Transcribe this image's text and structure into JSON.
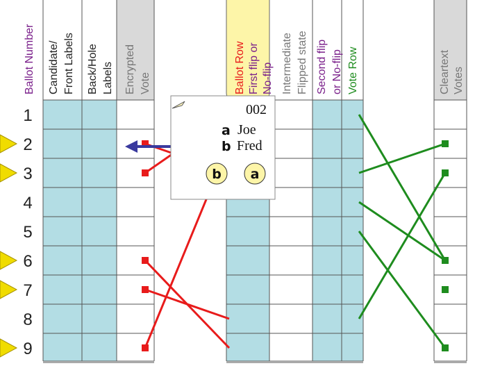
{
  "headers": {
    "ballot_number": "Ballot Number",
    "candidate_front_line1": "Candidate/",
    "candidate_front_line2": "Front Labels",
    "back_hole_line1": "Back/Hole",
    "back_hole_line2": "Labels",
    "encrypted_line1": "Encrypted",
    "encrypted_line2": "Vote",
    "ballot_row": "Ballot Row",
    "first_flip_line1": "First flip or",
    "first_flip_line2": "No-flip",
    "intermediate_line1": "Intermediate",
    "intermediate_line2": "Flipped state",
    "second_flip_line1": "Second flip",
    "second_flip_line2": "or No-flip",
    "vote_row": "Vote Row",
    "cleartext_line1": "Cleartext",
    "cleartext_line2": "Votes"
  },
  "rows": [
    "1",
    "2",
    "3",
    "4",
    "5",
    "6",
    "7",
    "8",
    "9"
  ],
  "marked_rows": [
    2,
    3,
    6,
    7,
    9
  ],
  "ballot_card": {
    "number": "002",
    "option_a_key": "a",
    "option_a_name": "Joe",
    "option_b_key": "b",
    "option_b_name": "Fred",
    "hole_left": "b",
    "hole_right": "a"
  },
  "links": {
    "red_from_rows": [
      2,
      3,
      6,
      7,
      9
    ],
    "red_to_rows": [
      3,
      1,
      9,
      8,
      2
    ],
    "green_from_rows": [
      1,
      3,
      4,
      5,
      8
    ],
    "green_to_rows": [
      6,
      2,
      6,
      9,
      3
    ],
    "green_end_dot_rows": [
      2,
      3,
      6,
      7,
      9
    ]
  },
  "colors": {
    "cyan": "#b3dde4",
    "grey_header": "#d9d9d9",
    "yellow": "#fdf5a8",
    "red": "#e81b1b",
    "green": "#1e8c1e",
    "arrow_blue": "#3a3a9e",
    "marker_yellow": "#f0dc00",
    "purple": "#7a1f8a",
    "header_text": "#222222",
    "header_grey_text": "#777777"
  }
}
